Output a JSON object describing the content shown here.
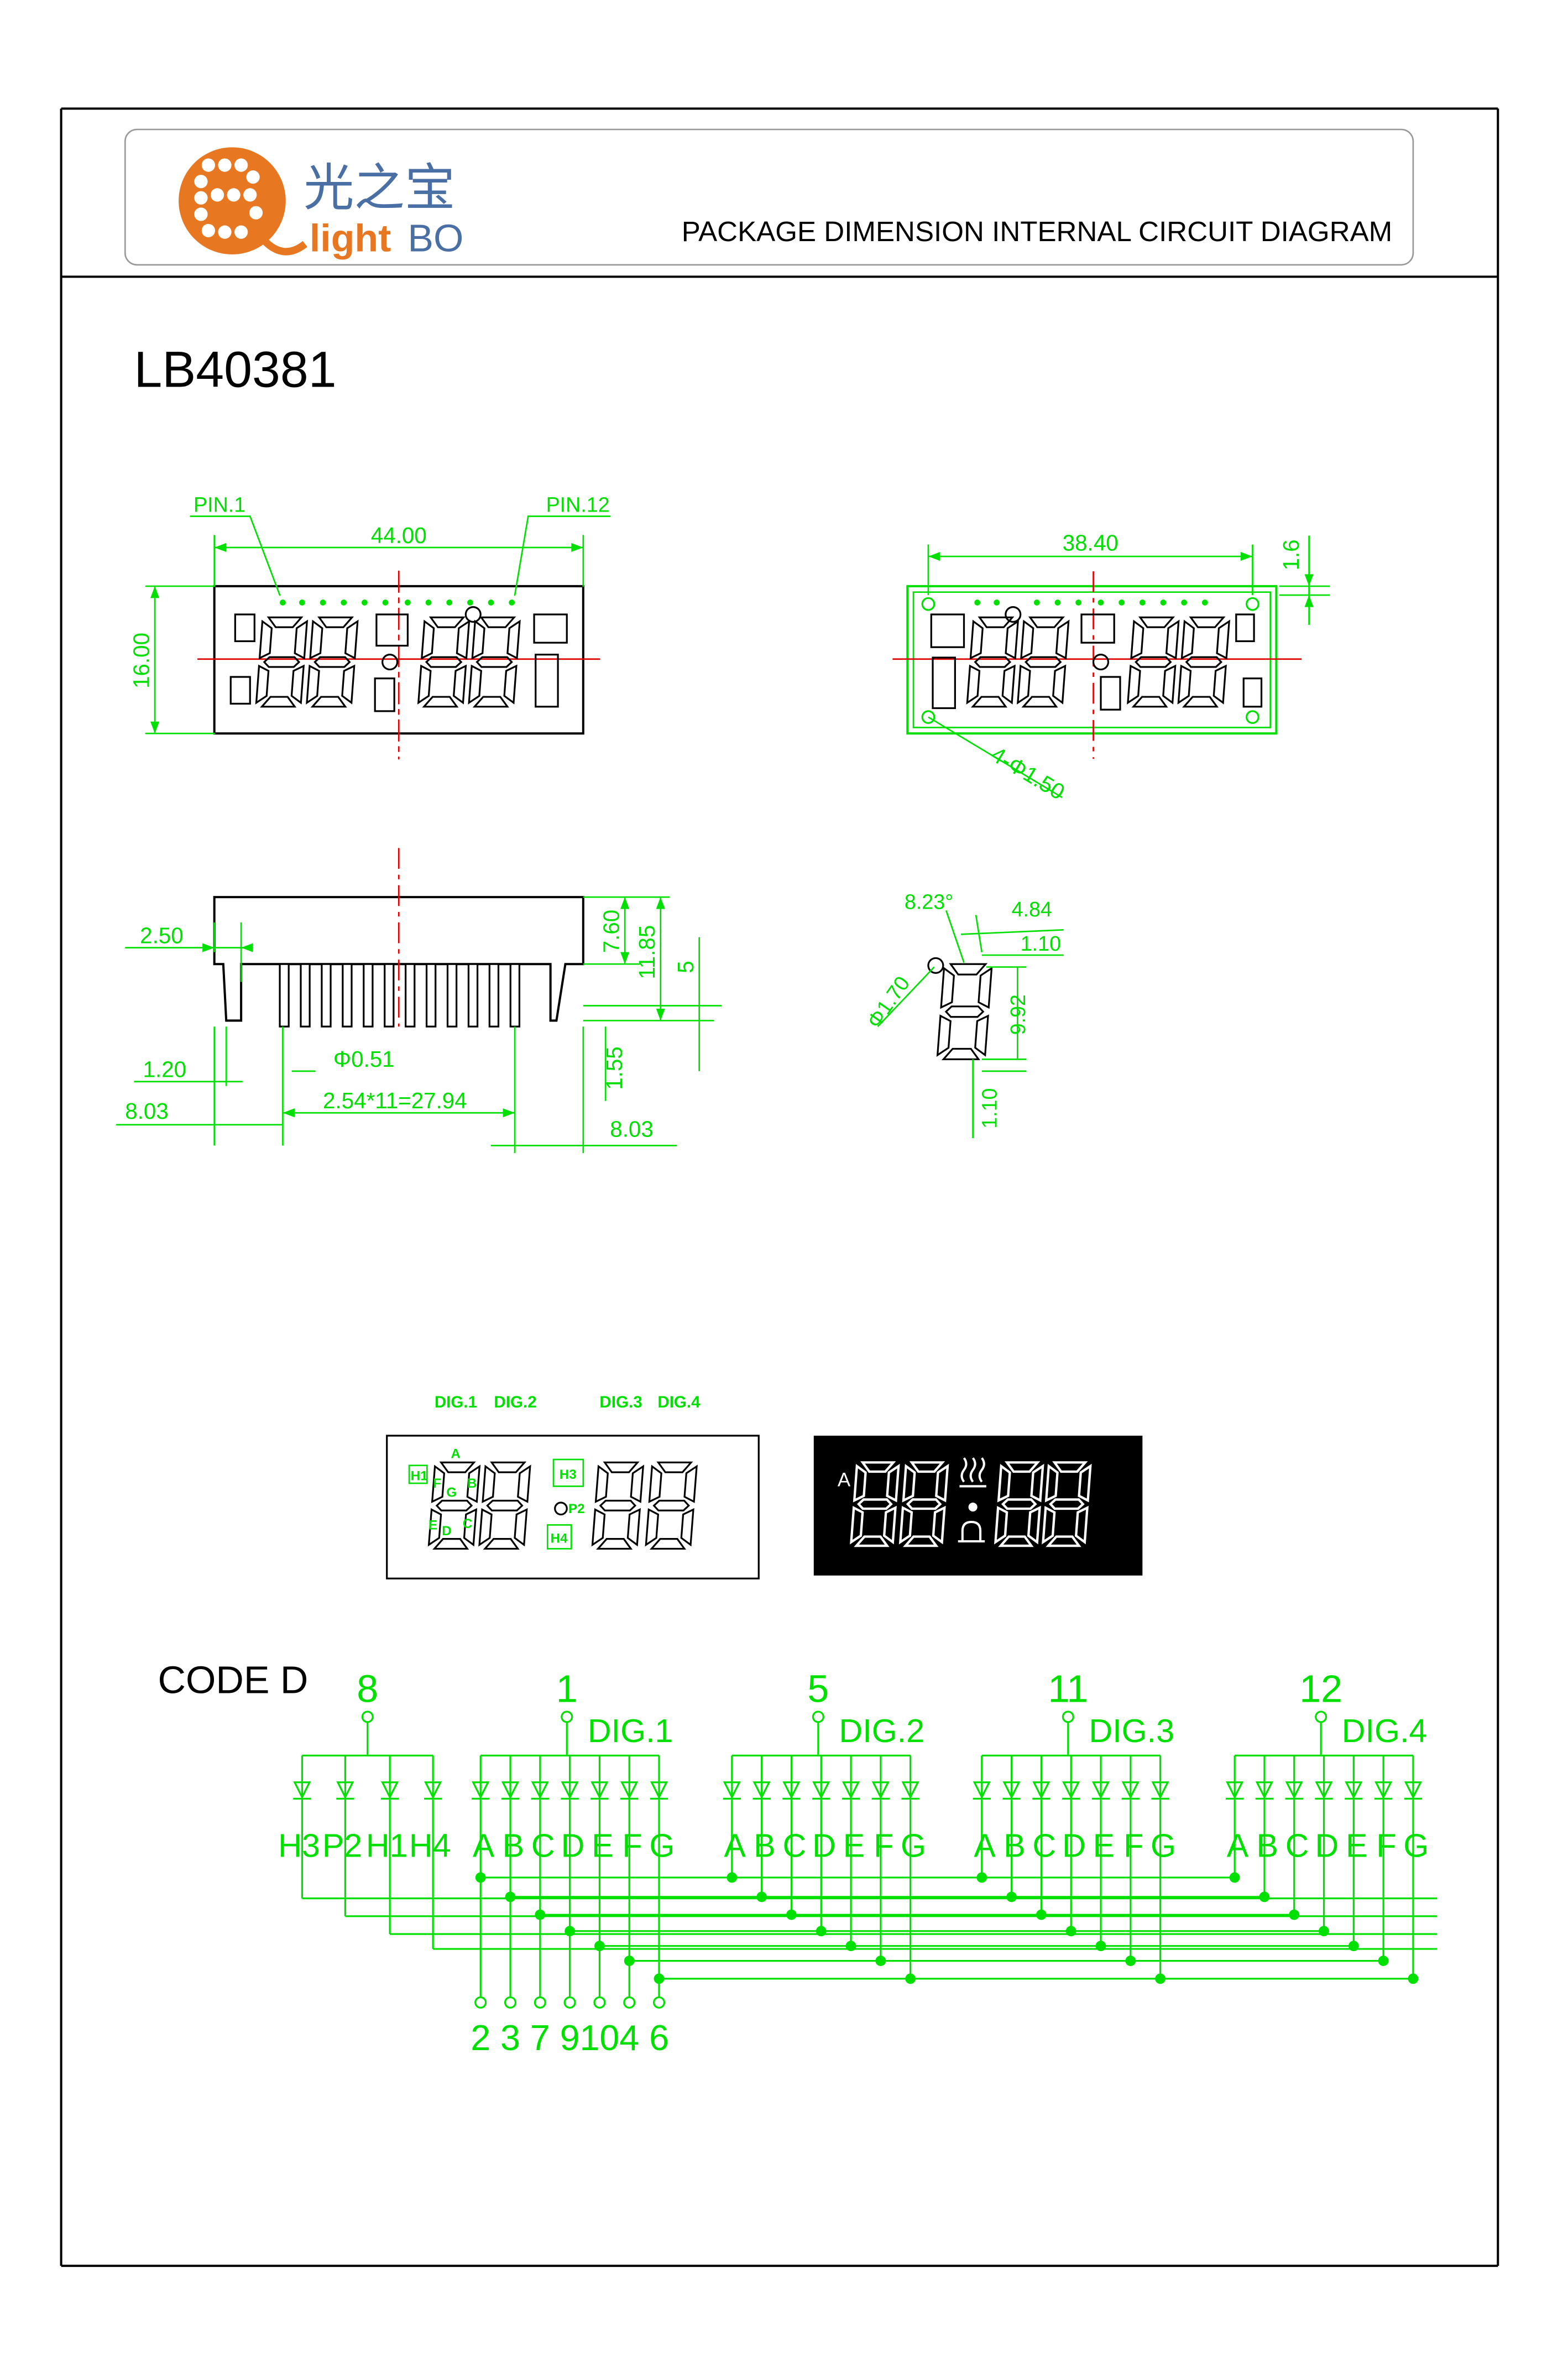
{
  "header": {
    "brand_cn": "光之宝",
    "brand_en_light": "light",
    "brand_en_bo": "BO",
    "doc_title": "PACKAGE DIMENSION INTERNAL CIRCUIT DIAGRAM"
  },
  "part_number": "LB40381",
  "front_view": {
    "pin1": "PIN.1",
    "pin12": "PIN.12",
    "width": "44.00",
    "height": "16.00"
  },
  "back_view": {
    "width": "38.40",
    "offset": "1.6",
    "holes": "4-Φ1.50"
  },
  "side_view": {
    "dim_2_50": "2.50",
    "dim_1_20": "1.20",
    "dim_8_03_left": "8.03",
    "pin_dia": "Φ0.51",
    "pitch": "2.54*11=27.94",
    "dim_8_03_right": "8.03",
    "dim_7_60": "7.60",
    "dim_11_85": "11.85",
    "dim_5": "5",
    "dim_1_55": "1.55"
  },
  "digit_detail": {
    "angle": "8.23°",
    "width": "4.84",
    "seg": "1.10",
    "dot": "Φ1.70",
    "height": "9.92",
    "bottom": "1.10"
  },
  "seg_map": {
    "dig1": "DIG.1",
    "dig2": "DIG.2",
    "dig3": "DIG.3",
    "dig4": "DIG.4",
    "label_a": "A",
    "label_h1": "H1",
    "label_f": "F",
    "label_g": "G",
    "label_b": "B",
    "label_e": "E",
    "label_d": "D",
    "label_c": "C",
    "label_h3": "H3",
    "label_p2": "P2",
    "label_h4": "H4",
    "dark_a": "A"
  },
  "circuit": {
    "code": "CODE D",
    "common_pins": [
      "8",
      "1",
      "5",
      "11",
      "12"
    ],
    "dig_labels": [
      "DIG.1",
      "DIG.2",
      "DIG.3",
      "DIG.4"
    ],
    "indicator_labels": [
      "H3",
      "P2",
      "H1",
      "H4"
    ],
    "segment_labels": [
      "A",
      "B",
      "C",
      "D",
      "E",
      "F",
      "G"
    ],
    "bottom_pins": [
      "2",
      "3",
      "7",
      "9",
      "10",
      "4",
      "6"
    ]
  },
  "colors": {
    "drawing_green": "#00e000",
    "dim_red": "#e00000",
    "logo_orange": "#e87722",
    "logo_blue": "#4a6fa5"
  }
}
